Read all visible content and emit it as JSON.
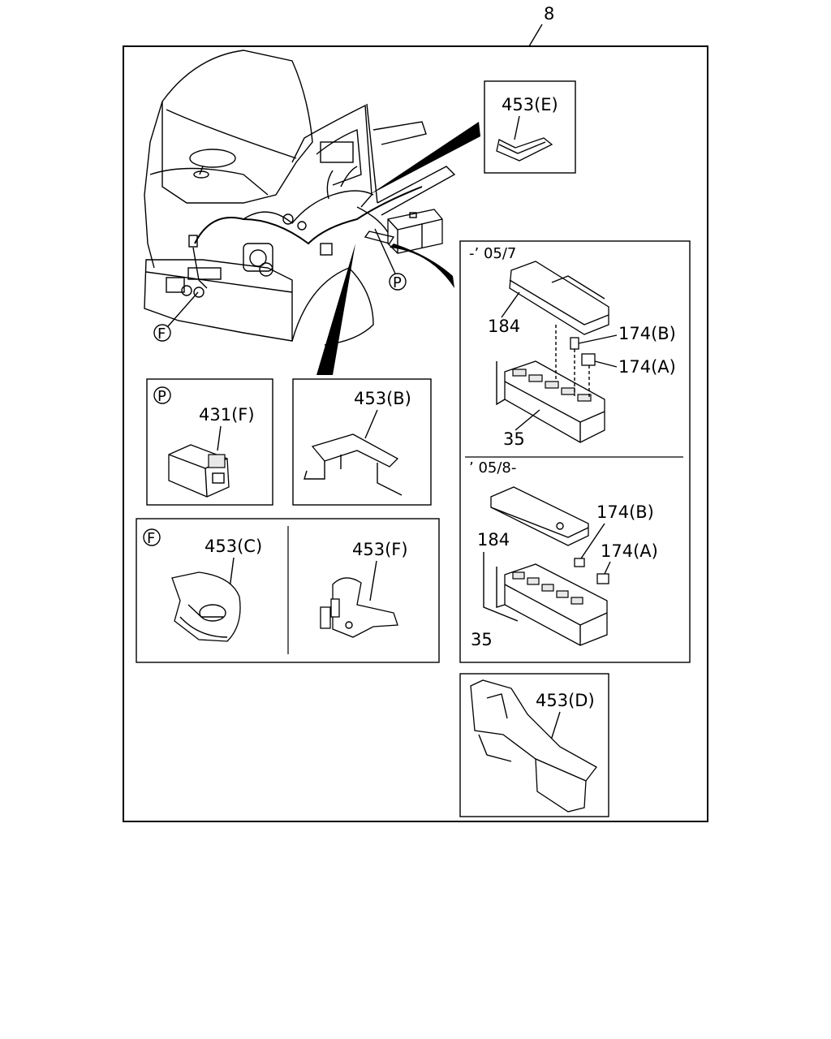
{
  "diagram": {
    "title_number": "8",
    "callouts": {
      "p_marker": "P",
      "f_marker": "F"
    },
    "parts": {
      "p453e": "453(E)",
      "p431f": "431(F)",
      "p453b": "453(B)",
      "p453c": "453(C)",
      "p453f": "453(F)",
      "p453d": "453(D)"
    },
    "fuse_box_old": {
      "period": "-’ 05/7",
      "cover": "184",
      "relay_b": "174(B)",
      "relay_a": "174(A)",
      "box": "35"
    },
    "fuse_box_new": {
      "period": "’ 05/8-",
      "cover": "184",
      "relay_b": "174(B)",
      "relay_a": "174(A)",
      "box": "35"
    }
  }
}
